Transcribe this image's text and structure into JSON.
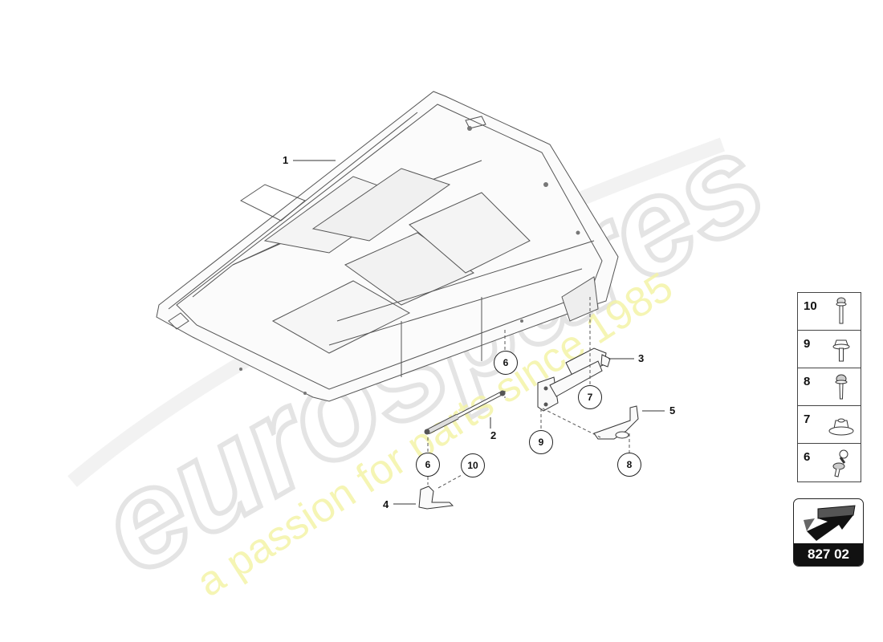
{
  "diagram": {
    "title_code": "827 02",
    "part_callouts": [
      {
        "id": "1",
        "label": "1"
      },
      {
        "id": "2",
        "label": "2"
      },
      {
        "id": "3",
        "label": "3"
      },
      {
        "id": "4",
        "label": "4"
      },
      {
        "id": "5",
        "label": "5"
      }
    ],
    "circled_callouts": [
      {
        "id": "6a",
        "label": "6"
      },
      {
        "id": "6b",
        "label": "6"
      },
      {
        "id": "7",
        "label": "7"
      },
      {
        "id": "8",
        "label": "8"
      },
      {
        "id": "9",
        "label": "9"
      },
      {
        "id": "10",
        "label": "10"
      }
    ],
    "legend": [
      {
        "number": "10",
        "icon": "bolt-with-washer-icon"
      },
      {
        "number": "9",
        "icon": "hex-flange-bolt-icon"
      },
      {
        "number": "8",
        "icon": "screw-with-washer-icon"
      },
      {
        "number": "7",
        "icon": "flange-nut-icon"
      },
      {
        "number": "6",
        "icon": "ball-stud-icon"
      }
    ],
    "watermark": {
      "brand": "eurospares",
      "tagline": "a passion for parts since 1985",
      "brand_color": "#e6e6e6",
      "tagline_color": "#f3f3a0"
    }
  }
}
